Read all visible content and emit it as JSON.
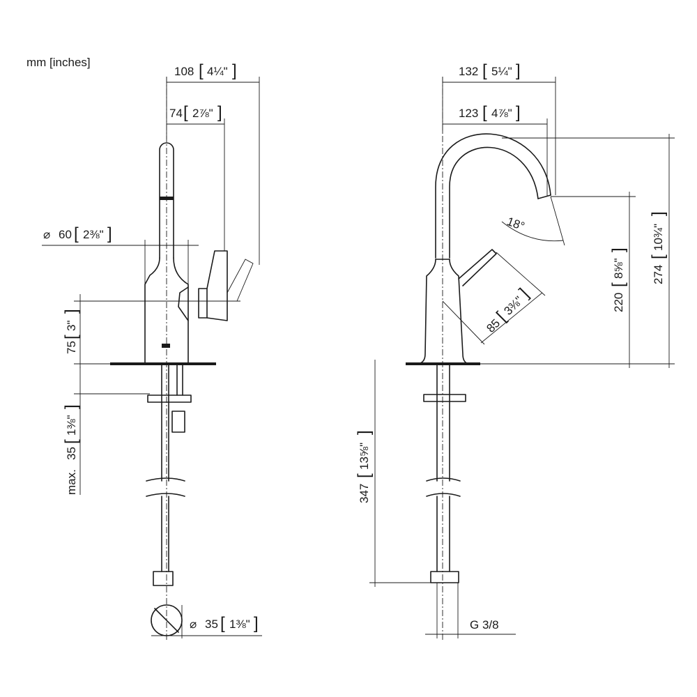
{
  "units_label": "mm [inches]",
  "left_view": {
    "dim_width_outer": {
      "mm": "108",
      "in": "4¼\""
    },
    "dim_width_handle": {
      "mm": "74",
      "in": "2⅞\""
    },
    "dim_base_diameter": {
      "prefix": "⌀",
      "mm": "60",
      "in": "2⅜\""
    },
    "dim_base_height": {
      "mm": "75",
      "in": "3\""
    },
    "dim_max_thickness": {
      "prefix": "max.",
      "mm": "35",
      "in": "1⅜\""
    },
    "dim_hole_diameter": {
      "prefix": "⌀",
      "mm": "35",
      "in": "1⅜\""
    }
  },
  "right_view": {
    "dim_reach_outer": {
      "mm": "132",
      "in": "5¼\""
    },
    "dim_reach_inner": {
      "mm": "123",
      "in": "4⅞\""
    },
    "dim_angle": "18°",
    "dim_lever": {
      "mm": "85",
      "in": "3⅜\""
    },
    "dim_spout_height": {
      "mm": "220",
      "in": "8⅝\""
    },
    "dim_total_height": {
      "mm": "274",
      "in": "10¾\""
    },
    "dim_hose_length": {
      "mm": "347",
      "in": "13⅝\""
    },
    "dim_thread": "G 3/8"
  }
}
